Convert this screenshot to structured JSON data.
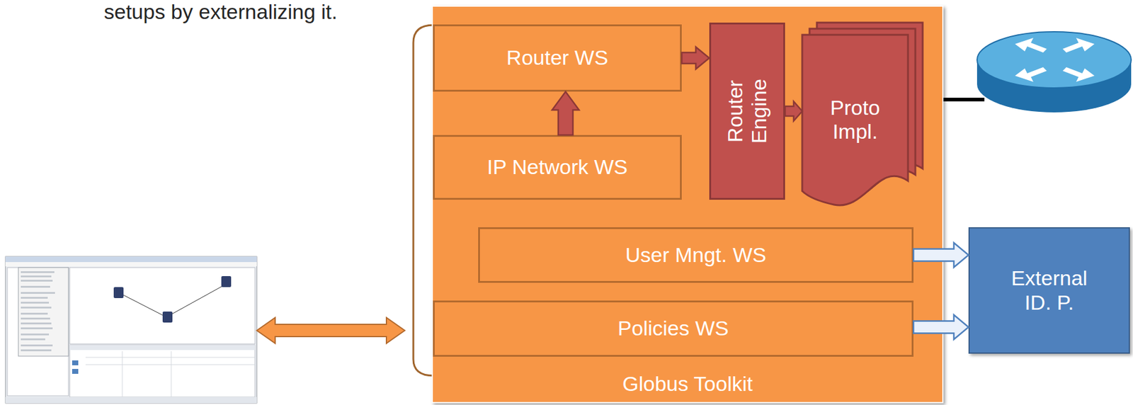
{
  "diagram": {
    "nodes": [
      {
        "text": [
          "Globus Toolkit"
        ]
      },
      {
        "text": [
          "Router WS"
        ],
        "in": 0
      },
      {
        "text": [
          "IP Network WS"
        ],
        "in": 0
      },
      {
        "text": [
          "Router Engine"
        ],
        "in": 0
      },
      {
        "text": [
          "Proto Impl."
        ],
        "in": 0
      },
      {
        "text": [
          "User Mngt. WS"
        ],
        "in": 0
      },
      {
        "text": [
          "Policies WS"
        ],
        "in": 0
      },
      {
        "text": [
          "External ID. P."
        ]
      }
    ],
    "edges": [
      {
        "from": 1,
        "to": 3,
        "arrow": "to"
      },
      {
        "from": 2,
        "to": 1,
        "arrow": "to"
      },
      {
        "from": 3,
        "to": 4,
        "arrow": "to"
      },
      {
        "from": 5,
        "to": 7,
        "arrow": "to"
      },
      {
        "from": 6,
        "to": 7,
        "arrow": "to"
      }
    ],
    "labels": [
      "setups by externalizing it."
    ]
  }
}
